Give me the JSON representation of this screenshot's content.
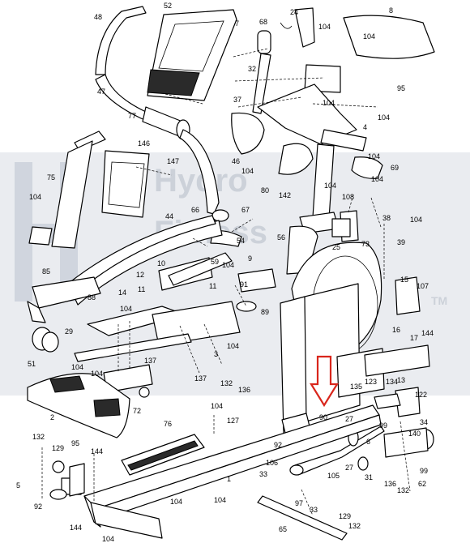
{
  "watermark": {
    "line1": "Hydro",
    "line2": "Fitness",
    "tm": "TM"
  },
  "highlight_color": "#d9261c",
  "callouts": [
    {
      "n": "48"
    },
    {
      "n": "52"
    },
    {
      "n": "7"
    },
    {
      "n": "68"
    },
    {
      "n": "24"
    },
    {
      "n": "104"
    },
    {
      "n": "8"
    },
    {
      "n": "104"
    },
    {
      "n": "95"
    },
    {
      "n": "47"
    },
    {
      "n": "32"
    },
    {
      "n": "37"
    },
    {
      "n": "77"
    },
    {
      "n": "104"
    },
    {
      "n": "4"
    },
    {
      "n": "104"
    },
    {
      "n": "146"
    },
    {
      "n": "147"
    },
    {
      "n": "46"
    },
    {
      "n": "104"
    },
    {
      "n": "75"
    },
    {
      "n": "104"
    },
    {
      "n": "69"
    },
    {
      "n": "104"
    },
    {
      "n": "80"
    },
    {
      "n": "142"
    },
    {
      "n": "104"
    },
    {
      "n": "108"
    },
    {
      "n": "66"
    },
    {
      "n": "67"
    },
    {
      "n": "104"
    },
    {
      "n": "44"
    },
    {
      "n": "56"
    },
    {
      "n": "38"
    },
    {
      "n": "104"
    },
    {
      "n": "39"
    },
    {
      "n": "54"
    },
    {
      "n": "25"
    },
    {
      "n": "73"
    },
    {
      "n": "59"
    },
    {
      "n": "10"
    },
    {
      "n": "9"
    },
    {
      "n": "104"
    },
    {
      "n": "85"
    },
    {
      "n": "12"
    },
    {
      "n": "14"
    },
    {
      "n": "11"
    },
    {
      "n": "11"
    },
    {
      "n": "91"
    },
    {
      "n": "15"
    },
    {
      "n": "107"
    },
    {
      "n": "88"
    },
    {
      "n": "89"
    },
    {
      "n": "104"
    },
    {
      "n": "29"
    },
    {
      "n": "16"
    },
    {
      "n": "144"
    },
    {
      "n": "17"
    },
    {
      "n": "3"
    },
    {
      "n": "104"
    },
    {
      "n": "51"
    },
    {
      "n": "104"
    },
    {
      "n": "104"
    },
    {
      "n": "137"
    },
    {
      "n": "137"
    },
    {
      "n": "132"
    },
    {
      "n": "136"
    },
    {
      "n": "123"
    },
    {
      "n": "134"
    },
    {
      "n": "13"
    },
    {
      "n": "2"
    },
    {
      "n": "72"
    },
    {
      "n": "104"
    },
    {
      "n": "135"
    },
    {
      "n": "122"
    },
    {
      "n": "127"
    },
    {
      "n": "90"
    },
    {
      "n": "27"
    },
    {
      "n": "99"
    },
    {
      "n": "34"
    },
    {
      "n": "95"
    },
    {
      "n": "76"
    },
    {
      "n": "92"
    },
    {
      "n": "140"
    },
    {
      "n": "132"
    },
    {
      "n": "129"
    },
    {
      "n": "144"
    },
    {
      "n": "6"
    },
    {
      "n": "106"
    },
    {
      "n": "27"
    },
    {
      "n": "31"
    },
    {
      "n": "99"
    },
    {
      "n": "33"
    },
    {
      "n": "105"
    },
    {
      "n": "136"
    },
    {
      "n": "132"
    },
    {
      "n": "62"
    },
    {
      "n": "5"
    },
    {
      "n": "1"
    },
    {
      "n": "104"
    },
    {
      "n": "97"
    },
    {
      "n": "92"
    },
    {
      "n": "104"
    },
    {
      "n": "33"
    },
    {
      "n": "144"
    },
    {
      "n": "104"
    },
    {
      "n": "65"
    },
    {
      "n": "129"
    },
    {
      "n": "132"
    }
  ]
}
